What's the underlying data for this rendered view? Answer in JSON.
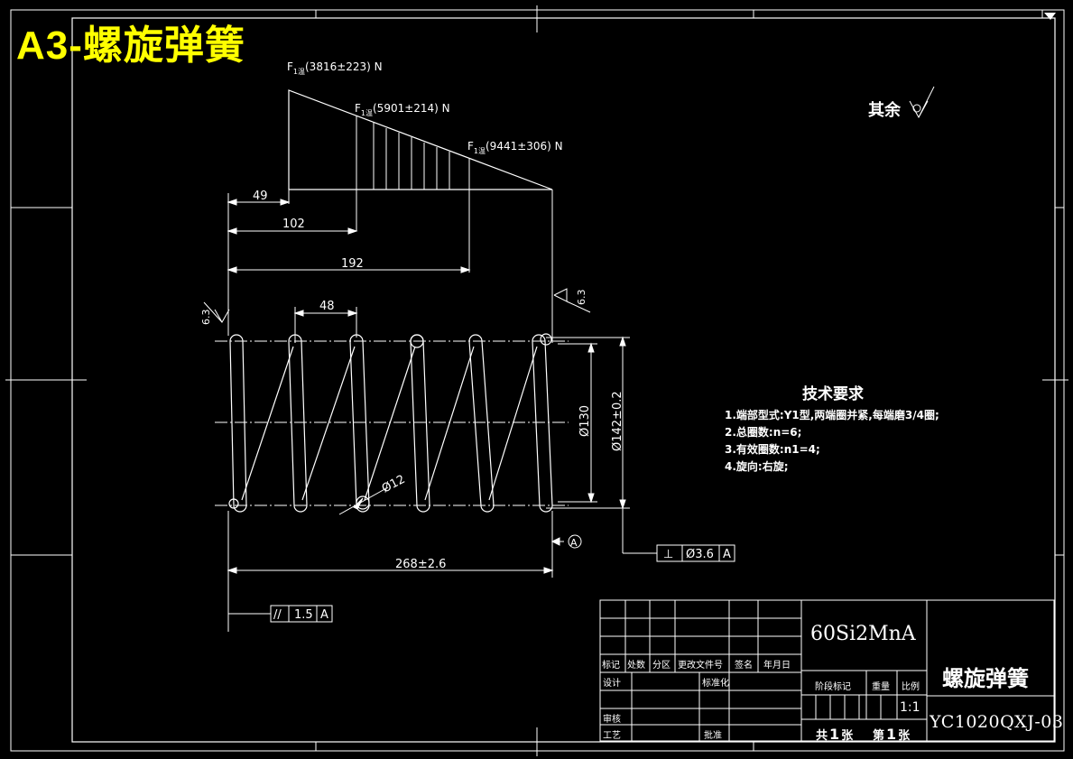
{
  "sheet_title": "A3-螺旋弹簧",
  "surface_rest": "其余",
  "forces": [
    {
      "label_prefix": "F",
      "label_sub": "1温",
      "value": "(3816±223) N"
    },
    {
      "label_prefix": "F",
      "label_sub": "1温",
      "value": "(5901±214) N"
    },
    {
      "label_prefix": "F",
      "label_sub": "1温",
      "value": "(9441±306) N"
    }
  ],
  "dimensions": {
    "d49": "49",
    "d102": "102",
    "d192": "192",
    "pitch": "48",
    "wire": "Ø12",
    "inner": "Ø130",
    "outer": "Ø142±0.2",
    "length": "268±2.6",
    "rough_left": "6.3",
    "rough_right": "6.3",
    "datum": "A"
  },
  "tolerances": {
    "perp_symbol": "⊥",
    "perp_value": "Ø3.6",
    "perp_datum": "A",
    "par_symbol": "//",
    "par_value": "1.5",
    "par_datum": "A"
  },
  "requirements": {
    "title": "技术要求",
    "items": [
      "1.端部型式:Y1型,两端圈并紧,每端磨3/4圈;",
      "2.总圈数:n=6;",
      "3.有效圈数:n1=4;",
      "4.旋向:右旋;"
    ]
  },
  "title_block": {
    "material": "60Si2MnA",
    "part_name": "螺旋弹簧",
    "drawing_no": "YC1020QXJ-03",
    "headers": [
      "标记",
      "处数",
      "分区",
      "更改文件号",
      "签名",
      "年月日"
    ],
    "design": "设计",
    "standard": "标准化",
    "check": "审核",
    "process": "工艺",
    "approve": "批准",
    "stage_mark": "阶段标记",
    "weight": "重量",
    "scale_label": "比例",
    "scale_value": "1:1",
    "total_prefix": "共",
    "total_value": "1",
    "total_suffix": "张",
    "sheet_prefix": "第",
    "sheet_value": "1",
    "sheet_suffix": "张"
  }
}
